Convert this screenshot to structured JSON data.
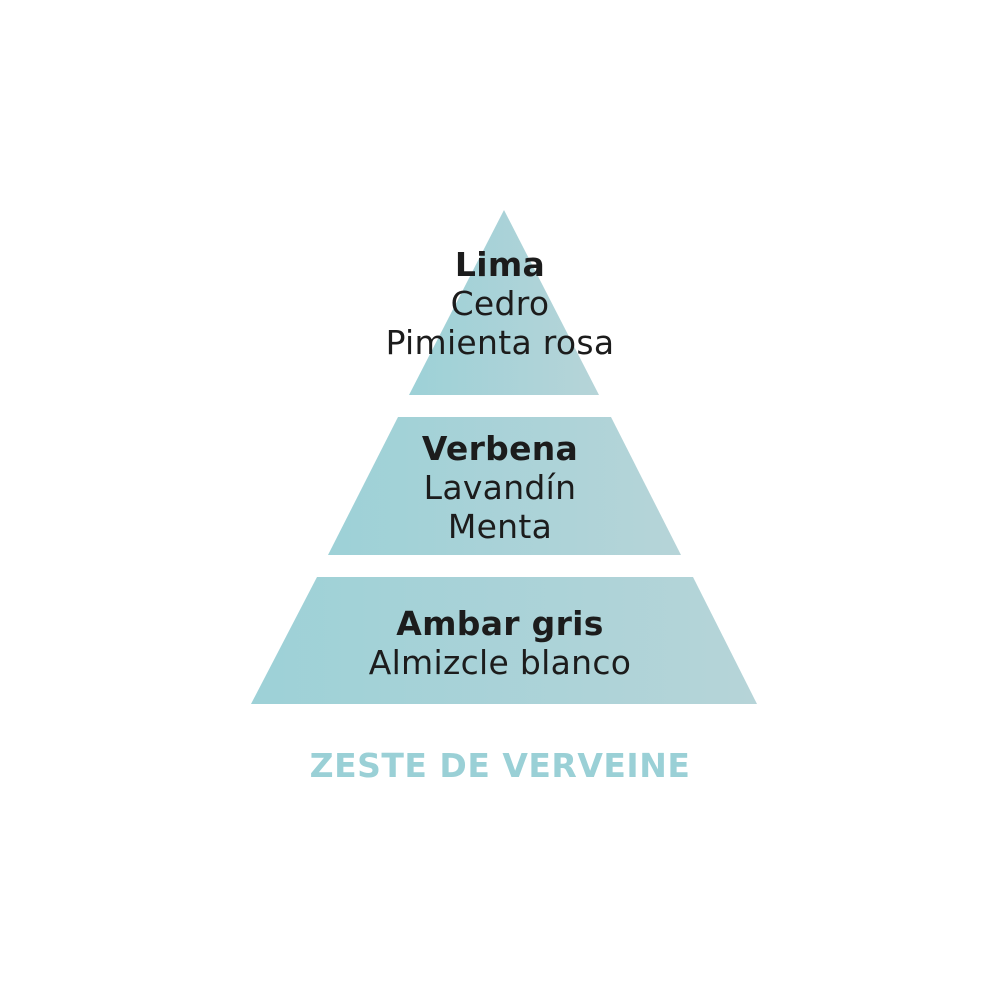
{
  "pyramid": {
    "top": {
      "primary": "Lima",
      "secondary": [
        "Cedro",
        "Pimienta rosa"
      ]
    },
    "middle": {
      "primary": "Verbena",
      "secondary": [
        "Lavandín",
        "Menta"
      ]
    },
    "base": {
      "primary": "Ambar gris",
      "secondary": [
        "Almizcle blanco"
      ]
    }
  },
  "fragrance_name": "ZESTE DE VERVEINE",
  "colors": {
    "tier_left": "#9dd1d7",
    "tier_right": "#b6d4d8",
    "name_color": "#9ad0d6",
    "text": "#1c1c1c",
    "background": "#ffffff"
  }
}
